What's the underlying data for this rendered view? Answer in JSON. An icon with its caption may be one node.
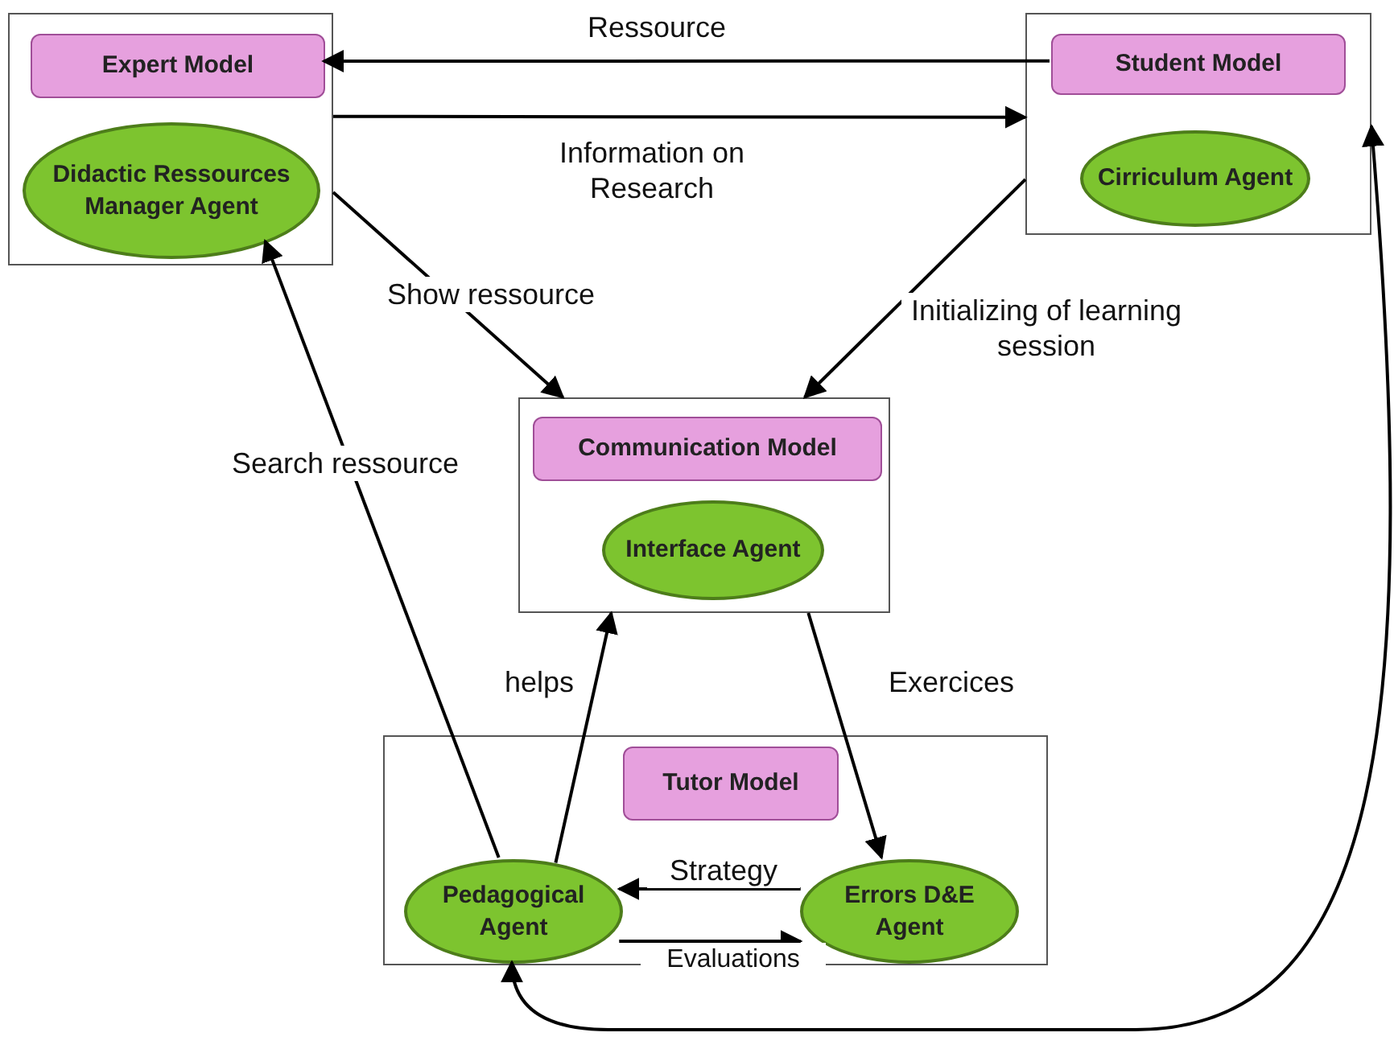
{
  "diagram": {
    "nodes": [
      {
        "text": [],
        "shape": "box"
      },
      {
        "text": [
          "Expert Model"
        ],
        "in": 0
      },
      {
        "text": [
          "Didactic Ressources Manager Agent"
        ],
        "in": 0
      },
      {
        "text": [],
        "shape": "box"
      },
      {
        "text": [
          "Student Model"
        ],
        "in": 3
      },
      {
        "text": [
          "Cirriculum Agent"
        ],
        "in": 3
      },
      {
        "text": [],
        "shape": "box"
      },
      {
        "text": [
          "Communication Model"
        ],
        "in": 6
      },
      {
        "text": [
          "Interface Agent"
        ],
        "in": 6
      },
      {
        "text": [],
        "shape": "box"
      },
      {
        "text": [
          "Tutor Model"
        ],
        "in": 9
      },
      {
        "text": [
          "Pedagogical Agent"
        ],
        "in": 9
      },
      {
        "text": [
          "Errors D&E Agent"
        ],
        "in": 9
      }
    ],
    "edges": [
      {
        "from": 4,
        "to": 1,
        "arrow": "to",
        "label": "Ressource"
      },
      {
        "from": 0,
        "to": 3,
        "arrow": "to",
        "label": "Information on Research"
      },
      {
        "from": 0,
        "to": 6,
        "arrow": "to",
        "label": "Show ressource"
      },
      {
        "from": 3,
        "to": 6,
        "arrow": "to",
        "label": "Initializing of learning session"
      },
      {
        "from": 11,
        "to": 2,
        "arrow": "to",
        "label": "Search ressource"
      },
      {
        "from": 11,
        "to": 6,
        "arrow": "to",
        "label": "helps"
      },
      {
        "from": 6,
        "to": 12,
        "arrow": "to",
        "label": "Exercices"
      },
      {
        "from": 12,
        "to": 11,
        "arrow": "to",
        "label": "Strategy"
      },
      {
        "from": 11,
        "to": 12,
        "arrow": "to",
        "label": "Evaluations"
      },
      {
        "from": 3,
        "to": 11,
        "arrow": "both"
      }
    ]
  }
}
